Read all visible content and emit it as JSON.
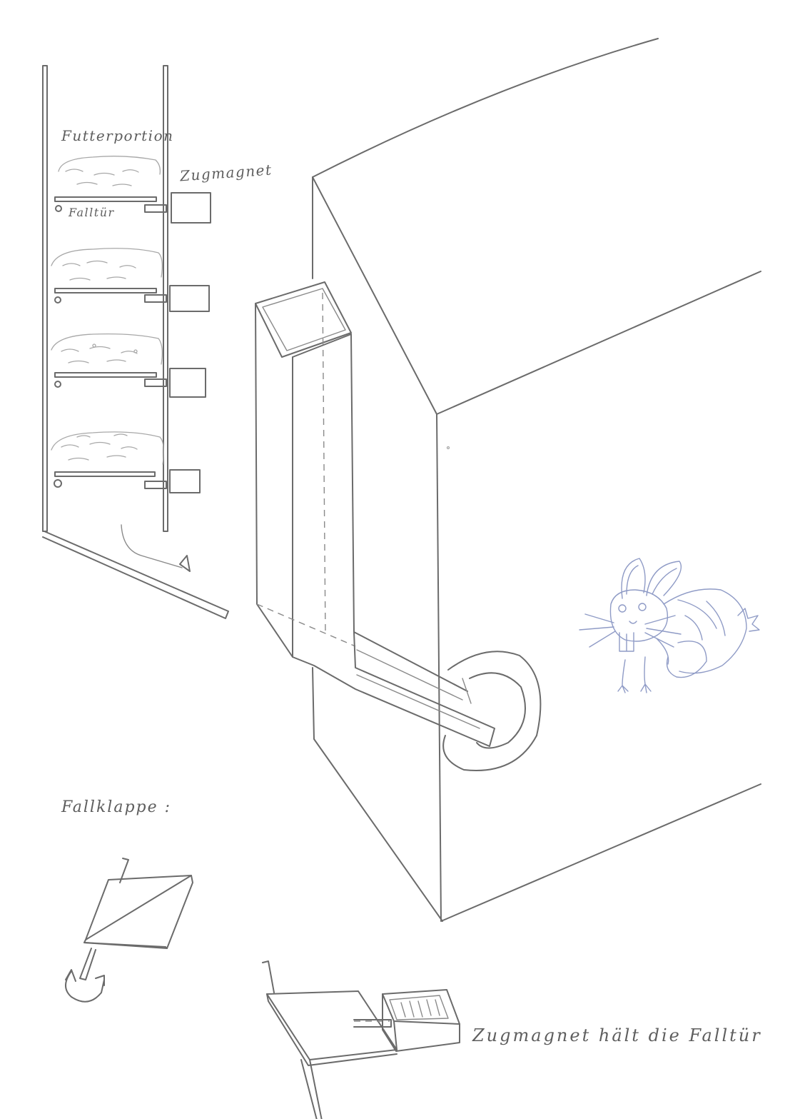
{
  "labels": {
    "futterportion": "Futterportion",
    "zugmagnet": "Zugmagnet",
    "falltuer": "Falltür",
    "fallklappe": "Fallklappe :",
    "caption": "Zugmagnet hält die Falltür"
  },
  "colors": {
    "paper": "#ffffff",
    "pencil": "#6b6b6b",
    "rabbit_pen": "#8f9bc6"
  },
  "icons": [
    "rotation-arrow-icon",
    "rabbit-sketch"
  ]
}
